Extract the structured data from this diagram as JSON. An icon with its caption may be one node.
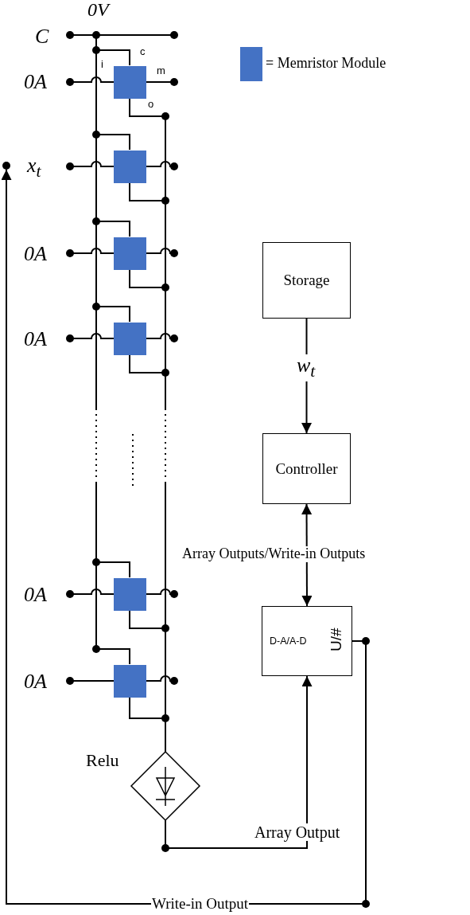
{
  "diagram": {
    "nodes": [
      {
        "text": [
          "Storage"
        ]
      },
      {
        "text": [
          "Controller"
        ]
      },
      {
        "text": [
          "D-A/A-D",
          "U/#"
        ]
      },
      {
        "text": [],
        "shape": "diamond",
        "beside": [
          "Relu"
        ]
      },
      {
        "text": [],
        "shape": "circle"
      }
    ],
    "edges": [
      {
        "from": 0,
        "to": 1,
        "arrow": "to",
        "label": "w$_{t}$"
      },
      {
        "from": 1,
        "to": 2,
        "arrow": "both",
        "label": "Array Outputs/Write-in Outputs"
      },
      {
        "from": 3,
        "to": 2,
        "arrow": "to",
        "label": "Array Output"
      },
      {
        "from": 2,
        "to": 4,
        "arrow": "to",
        "label": "Write-in Output"
      }
    ],
    "labels": [
      "0V",
      "C",
      "c",
      "i",
      "0A",
      "m",
      "o",
      "x$_{t}$",
      "0A",
      "0A",
      "0A",
      "0A"
    ],
    "legend": [
      {
        "text": "= Memristor Module",
        "color": "#4472c4"
      }
    ]
  }
}
